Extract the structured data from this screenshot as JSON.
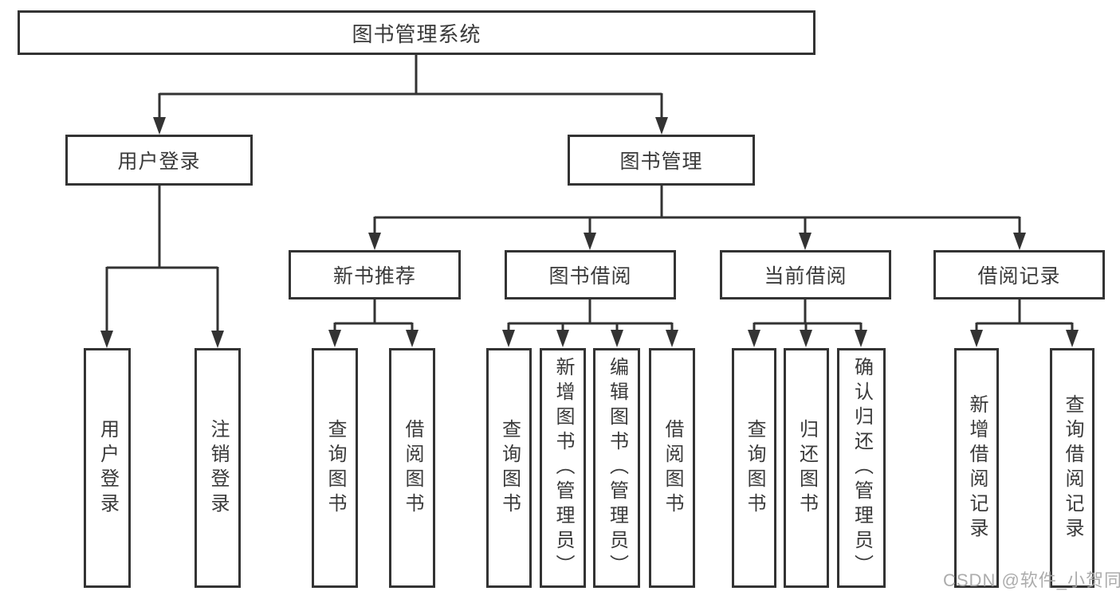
{
  "colors": {
    "line": "#333333",
    "box_border": "#333333",
    "text": "#3a3a3a",
    "background": "#ffffff",
    "watermark": "#a6a6a6"
  },
  "tree": {
    "label": "图书管理系统",
    "children": [
      {
        "label": "用户登录",
        "children": [
          {
            "label": "用户登录"
          },
          {
            "label": "注销登录"
          }
        ]
      },
      {
        "label": "图书管理",
        "children": [
          {
            "label": "新书推荐",
            "children": [
              {
                "label": "查询图书"
              },
              {
                "label": "借阅图书"
              }
            ]
          },
          {
            "label": "图书借阅",
            "children": [
              {
                "label": "查询图书"
              },
              {
                "label": "新增图书（管理员）"
              },
              {
                "label": "编辑图书（管理员）"
              },
              {
                "label": "借阅图书"
              }
            ]
          },
          {
            "label": "当前借阅",
            "children": [
              {
                "label": "查询图书"
              },
              {
                "label": "归还图书"
              },
              {
                "label": "确认归还（管理员）"
              }
            ]
          },
          {
            "label": "借阅记录",
            "children": [
              {
                "label": "新增借阅记录"
              },
              {
                "label": "查询借阅记录"
              }
            ]
          }
        ]
      }
    ]
  },
  "watermark": {
    "text": "CSDN @软件_小贺同学"
  }
}
